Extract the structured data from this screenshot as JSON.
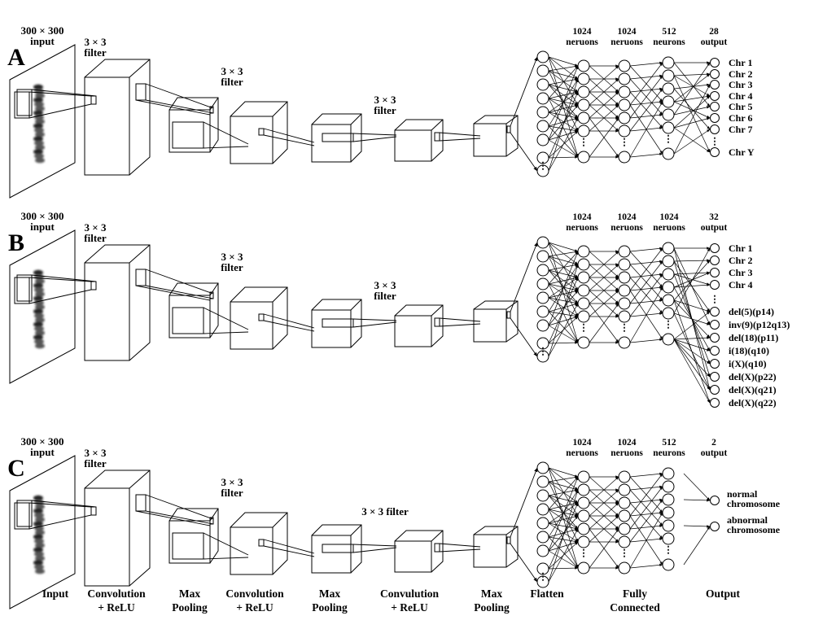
{
  "panels": [
    {
      "letter": "A",
      "input_label": [
        "300 × 300",
        "input"
      ],
      "filters": [
        [
          "3 × 3",
          "filter"
        ],
        [
          "3 × 3",
          "filter"
        ],
        [
          "3 × 3",
          "filter"
        ]
      ],
      "dense_headers": [
        [
          "1024",
          "neruons"
        ],
        [
          "1024",
          "neruons"
        ],
        [
          "512",
          "neurons"
        ],
        [
          "28",
          "output"
        ]
      ],
      "outputs": [
        "Chr 1",
        "Chr 2",
        "Chr 3",
        "Chr 4",
        "Chr 5",
        "Chr 6",
        "Chr 7",
        "Chr Y"
      ]
    },
    {
      "letter": "B",
      "input_label": [
        "300 × 300",
        "input"
      ],
      "filters": [
        [
          "3 × 3",
          "filter"
        ],
        [
          "3 × 3",
          "filter"
        ],
        [
          "3 × 3",
          "filter"
        ]
      ],
      "dense_headers": [
        [
          "1024",
          "neruons"
        ],
        [
          "1024",
          "neruons"
        ],
        [
          "1024",
          "neruons"
        ],
        [
          "32",
          "output"
        ]
      ],
      "outputs": [
        "Chr 1",
        "Chr 2",
        "Chr 3",
        "Chr 4",
        "del(5)(p14)",
        "inv(9)(p12q13)",
        "del(18)(p11)",
        "i(18)(q10)",
        "i(X)(q10)",
        "del(X)(p22)",
        "del(X)(q21)",
        "del(X)(q22)"
      ]
    },
    {
      "letter": "C",
      "input_label": [
        "300 × 300",
        "input"
      ],
      "filters": [
        [
          "3 × 3",
          "filter"
        ],
        [
          "3 × 3",
          "filter"
        ],
        [
          "3 × 3 filter"
        ]
      ],
      "dense_headers": [
        [
          "1024",
          "neruons"
        ],
        [
          "1024",
          "neruons"
        ],
        [
          "512",
          "neurons"
        ],
        [
          "2",
          "output"
        ]
      ],
      "outputs": [
        [
          "normal",
          "chromosome"
        ],
        [
          "abnormal",
          "chromosome"
        ]
      ]
    }
  ],
  "stage_labels": [
    [
      "Input"
    ],
    [
      "Convolution",
      "+ ReLU"
    ],
    [
      "Max",
      "Pooling"
    ],
    [
      "Convolution",
      "+ ReLU"
    ],
    [
      "Max",
      "Pooling"
    ],
    [
      "Convulution",
      "+ ReLU"
    ],
    [
      "Max",
      "Pooling"
    ],
    [
      "Flatten"
    ],
    [
      "Fully",
      "Connected"
    ],
    [
      "Output"
    ]
  ]
}
